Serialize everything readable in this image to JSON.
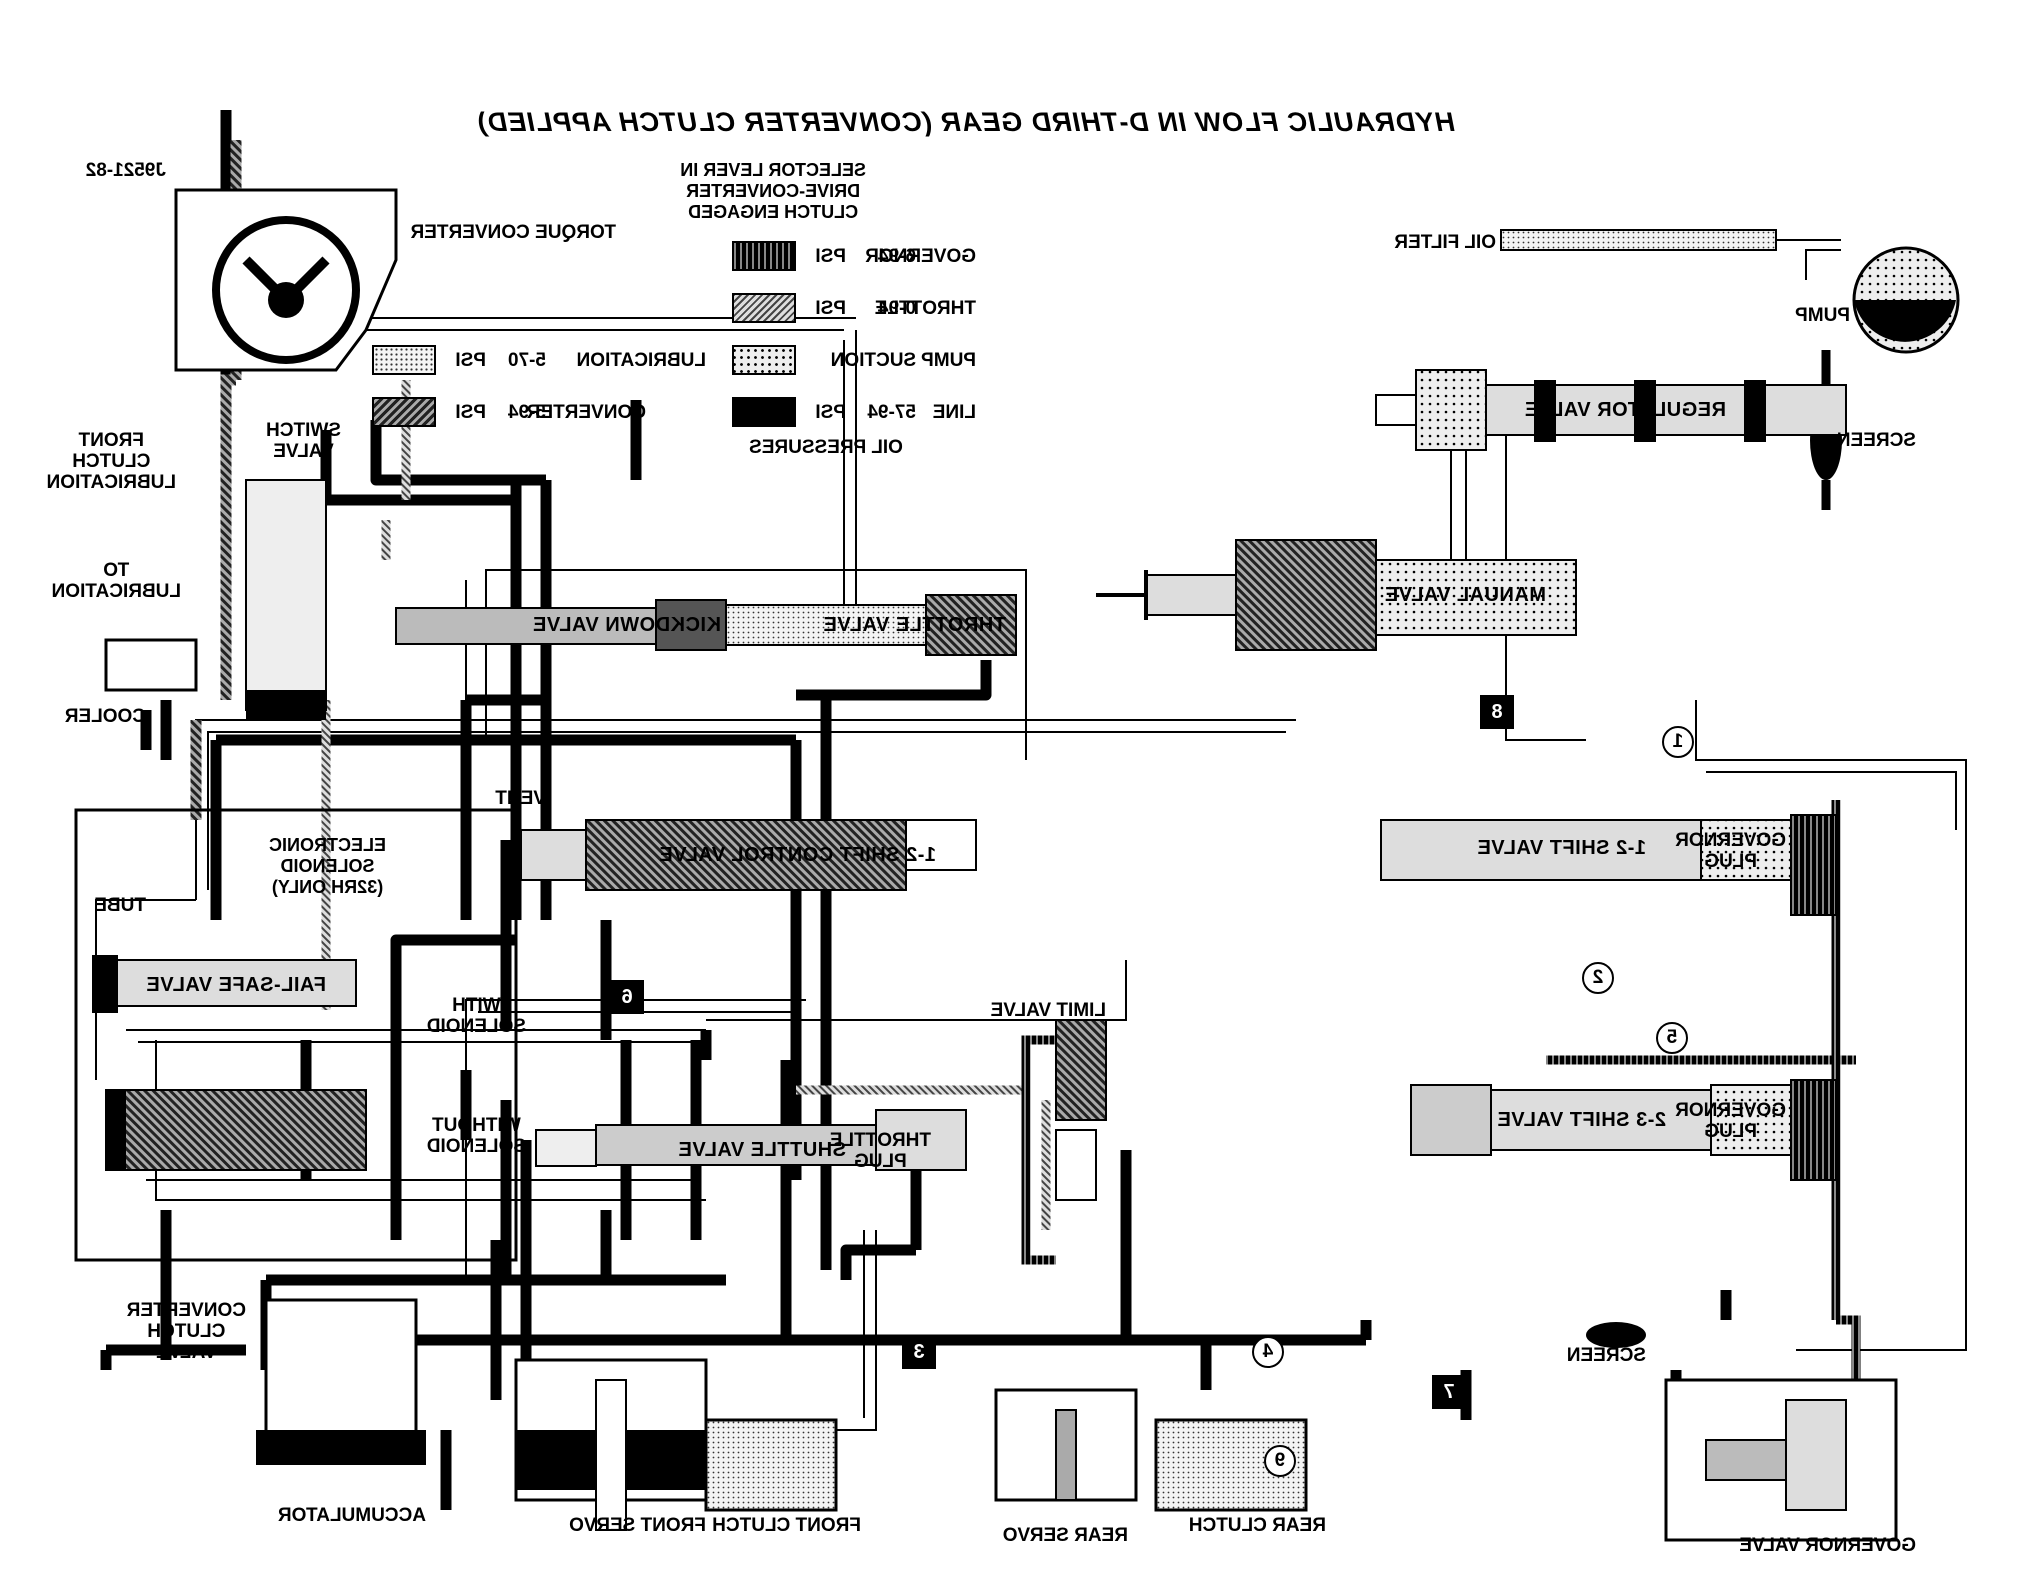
{
  "title": "HYDRAULIC FLOW IN D-THIRD GEAR (CONVERTER CLUTCH APPLIED)",
  "figure_id": "J9521-82",
  "selector_note": "SELECTOR LEVER IN\nDRIVE-CONVERTER\nCLUTCH ENGAGED",
  "legend": {
    "heading": "OIL PRESSURES",
    "entries": [
      {
        "name": "LINE",
        "range": "57-94",
        "unit": "PSI",
        "pattern": "line"
      },
      {
        "name": "PUMP SUCTION",
        "range": "",
        "unit": "",
        "pattern": "pump"
      },
      {
        "name": "THROTTLE",
        "range": "0-94",
        "unit": "PSI",
        "pattern": "throttle"
      },
      {
        "name": "GOVERNOR",
        "range": "6-94",
        "unit": "PSI",
        "pattern": "governor"
      },
      {
        "name": "CONVERTER",
        "range": "5-94",
        "unit": "PSI",
        "pattern": "converter"
      },
      {
        "name": "LUBRICATION",
        "range": "5-70",
        "unit": "PSI",
        "pattern": "lubrication"
      }
    ]
  },
  "components": {
    "torque_converter": "TORQUE CONVERTER",
    "oil_filter": "OIL FILTER",
    "pump": "PUMP",
    "screen_top": "SCREEN",
    "regulator_valve": "REGULATOR VALVE",
    "manual_valve": "MANUAL VALVE",
    "throttle_valve": "THROTTLE VALVE",
    "kickdown_valve": "KICKDOWN VALVE",
    "switch_valve": "SWITCH\nVALVE",
    "front_clutch_lubrication": "FRONT\nCLUTCH\nLUBRICATION",
    "to_lubrication": "TO\nLUBRICATION",
    "cooler": "COOLER",
    "vent": "VENT",
    "shift_control_valve": "1-2 SHIFT CONTROL VALVE",
    "electronic_solenoid": "ELECTRONIC\nSOLENOID\n(32RH ONLY)",
    "tube": "TUBE",
    "fail_safe_valve": "FAIL-SAFE VALVE",
    "with_solenoid": "WITH\nSOLENOID",
    "without_solenoid": "WITHOUT\nSOLENOID",
    "converter_clutch_valve": "CONVERTER\nCLUTCH\nVALVE",
    "shuttle_valve": "SHUTTLE VALVE",
    "throttle_plug": "THROTTLE\nPLUG",
    "limit_valve": "LIMIT VALVE",
    "shift_12_valve": "1-2 SHIFT VALVE",
    "governor_plug_1": "GOVERNOR\nPLUG",
    "shift_23_valve": "2-3 SHIFT VALVE",
    "governor_plug_2": "GOVERNOR\nPLUG",
    "accumulator": "ACCUMULATOR",
    "front_servo": "FRONT SERVO",
    "front_clutch": "FRONT CLUTCH",
    "rear_servo": "REAR SERVO",
    "rear_clutch": "REAR CLUTCH",
    "governor_valve": "GOVERNOR VALVE",
    "screen_bottom": "SCREEN"
  },
  "markers": {
    "black": [
      "8",
      "6",
      "3",
      "7"
    ],
    "circled": [
      "1",
      "2",
      "5",
      "4",
      "9"
    ]
  }
}
